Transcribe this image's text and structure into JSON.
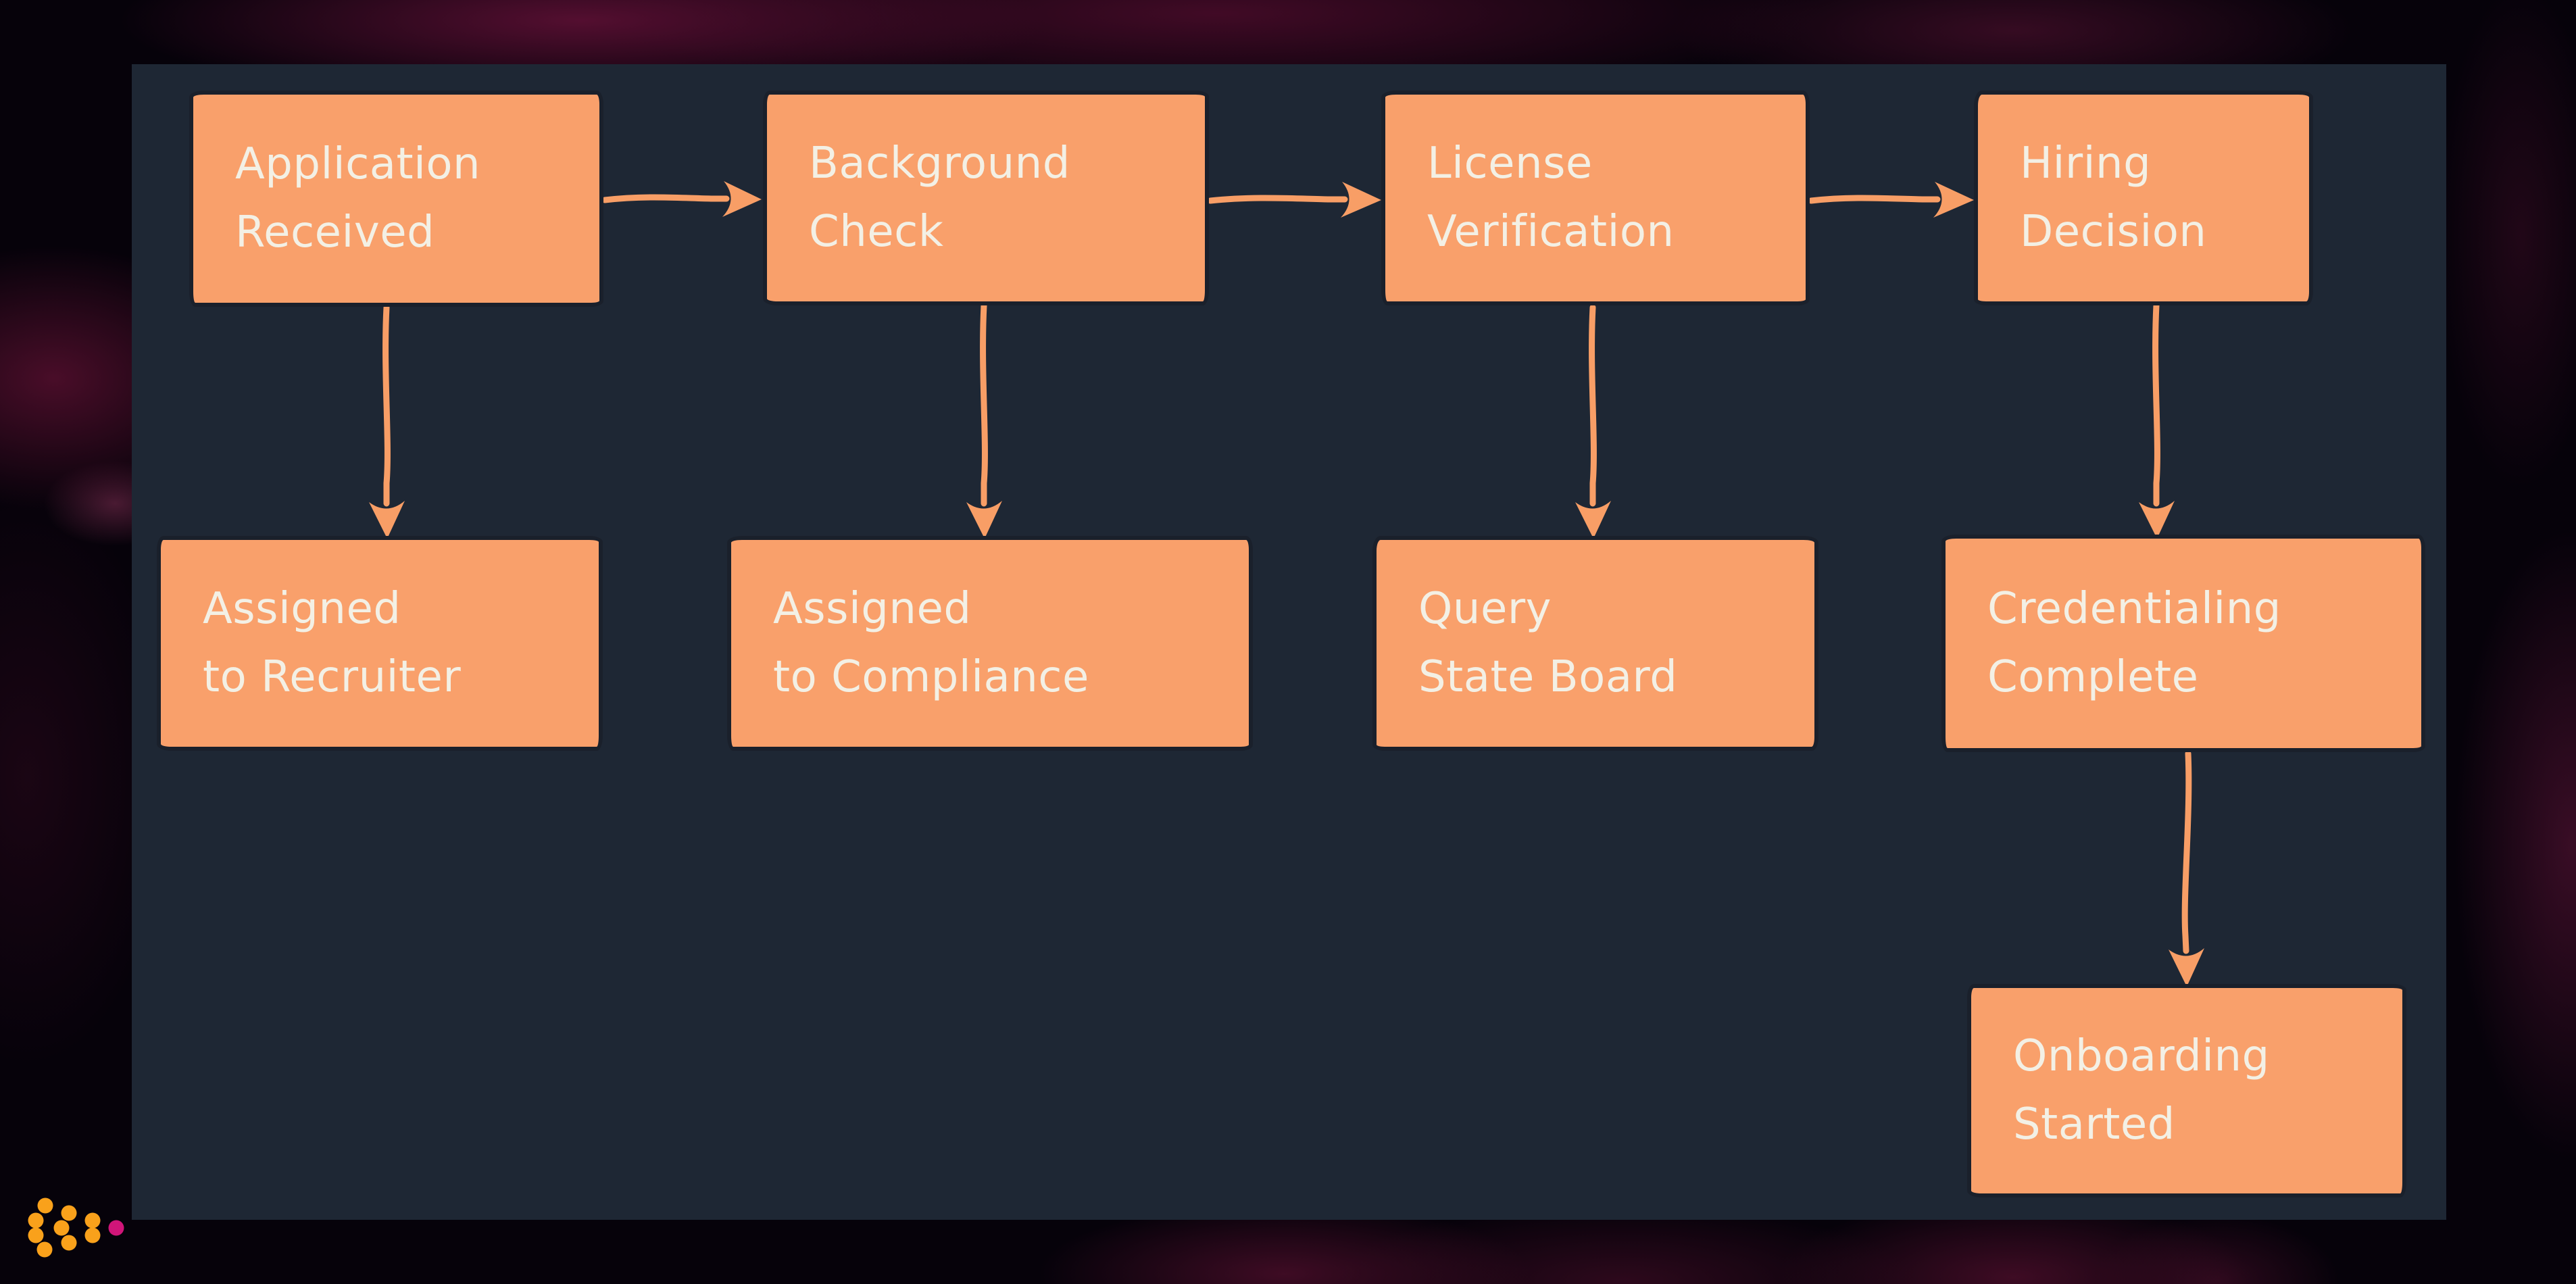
{
  "diagram": {
    "colors": {
      "canvas_bg": "#1E2734",
      "node_fill": "#F9A06B",
      "node_border": "#1A202B",
      "node_text": "#F3F0E5",
      "arrow": "#F89E66",
      "logo_orange": "#F9A11B",
      "logo_pink": "#D01579"
    },
    "nodes": [
      {
        "id": "application-received",
        "lines": [
          "Application",
          "Received"
        ]
      },
      {
        "id": "background-check",
        "lines": [
          "Background",
          "Check"
        ]
      },
      {
        "id": "license-verification",
        "lines": [
          "License",
          "Verification"
        ]
      },
      {
        "id": "hiring-decision",
        "lines": [
          "Hiring",
          "Decision"
        ]
      },
      {
        "id": "assigned-to-recruiter",
        "lines": [
          "Assigned",
          "to Recruiter"
        ]
      },
      {
        "id": "assigned-to-compliance",
        "lines": [
          "Assigned",
          "to Compliance"
        ]
      },
      {
        "id": "query-state-board",
        "lines": [
          "Query",
          "State Board"
        ]
      },
      {
        "id": "credentialing-complete",
        "lines": [
          "Credentialing",
          "Complete"
        ]
      },
      {
        "id": "onboarding-started",
        "lines": [
          "Onboarding",
          "Started"
        ]
      }
    ],
    "edges": [
      {
        "from": "application-received",
        "to": "background-check"
      },
      {
        "from": "background-check",
        "to": "license-verification"
      },
      {
        "from": "license-verification",
        "to": "hiring-decision"
      },
      {
        "from": "application-received",
        "to": "assigned-to-recruiter"
      },
      {
        "from": "background-check",
        "to": "assigned-to-compliance"
      },
      {
        "from": "license-verification",
        "to": "query-state-board"
      },
      {
        "from": "hiring-decision",
        "to": "credentialing-complete"
      },
      {
        "from": "credentialing-complete",
        "to": "onboarding-started"
      }
    ]
  },
  "watermark": {
    "name": "napkin-dots-logo"
  }
}
